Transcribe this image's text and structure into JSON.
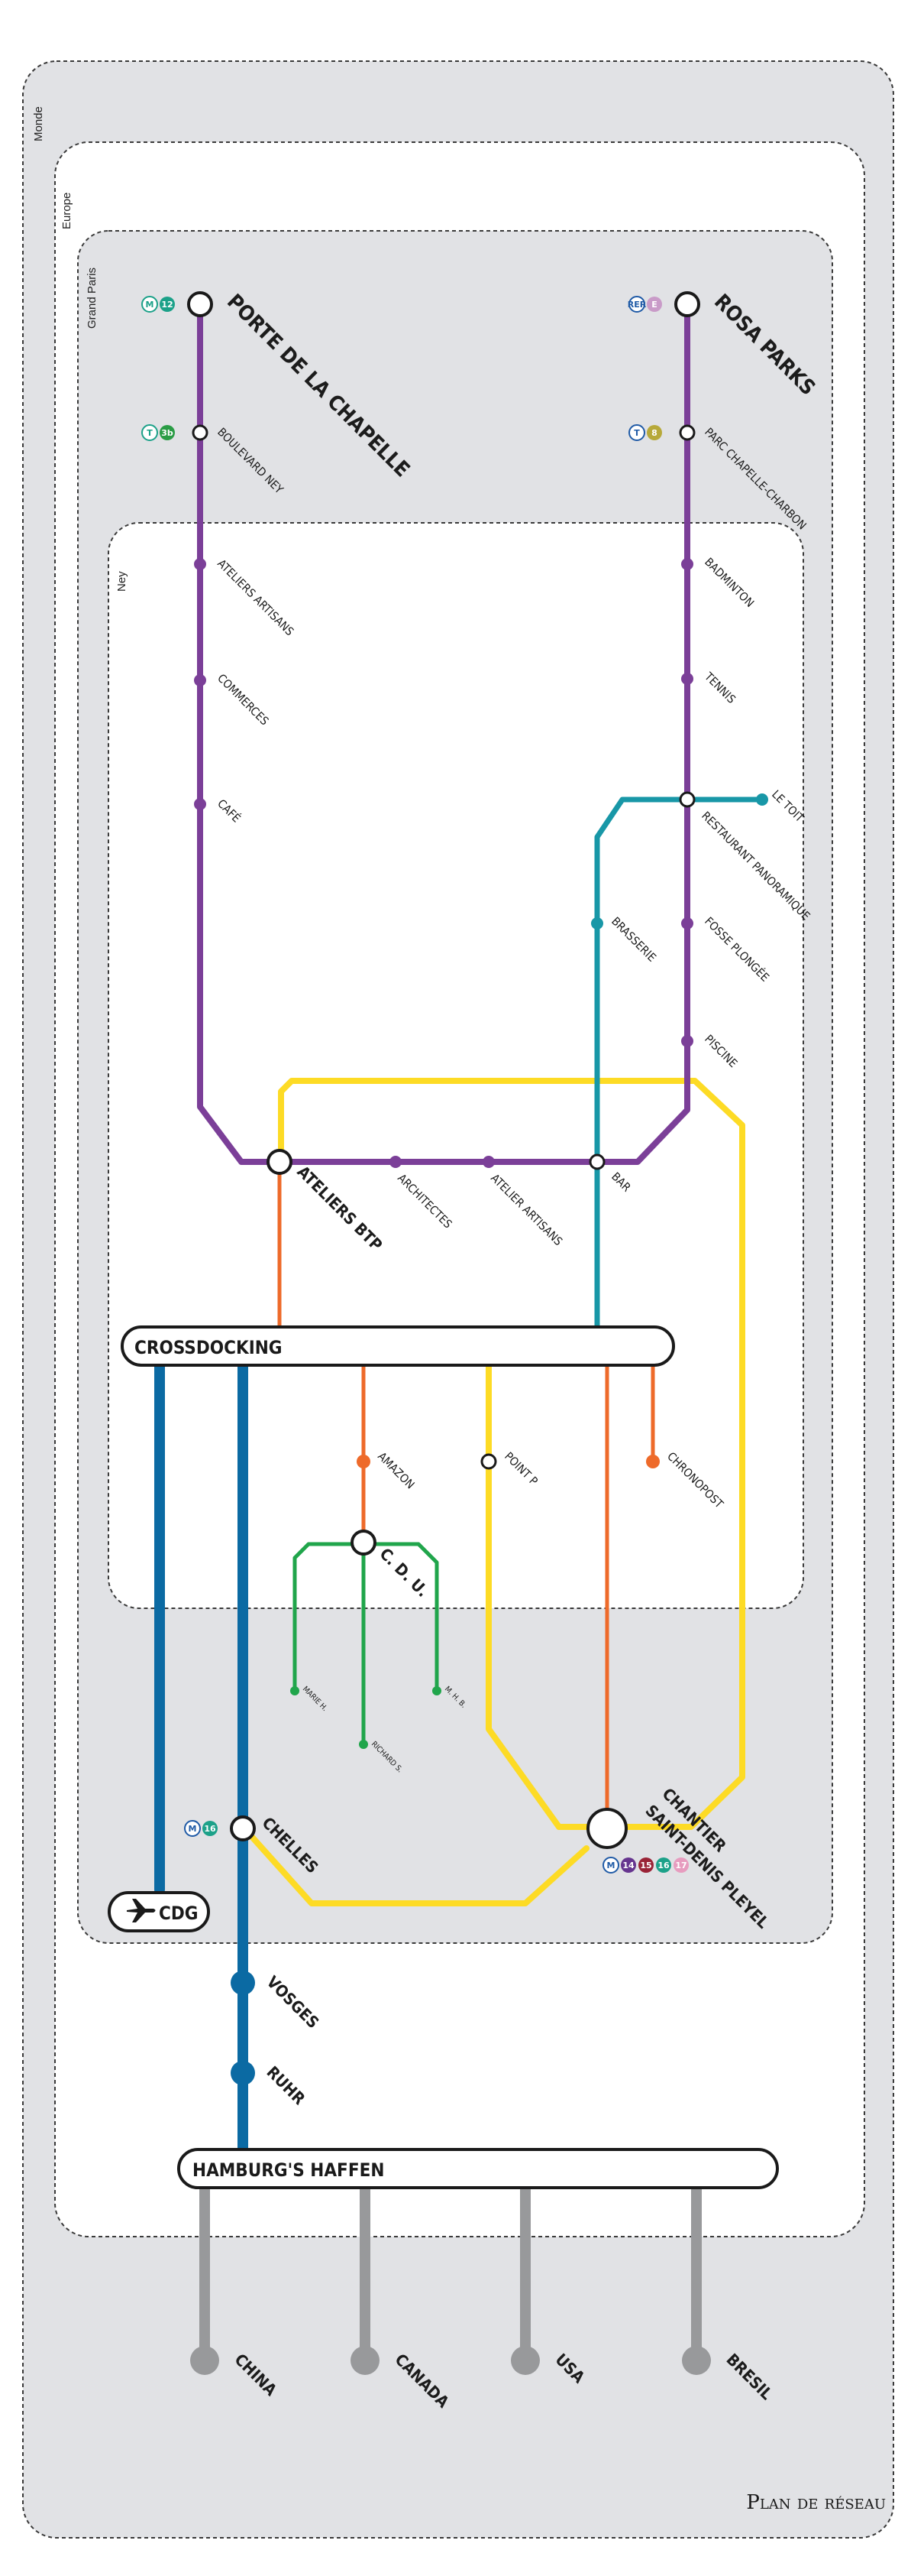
{
  "zones": {
    "monde": "Monde",
    "europe": "Europe",
    "grand_paris": "Grand Paris",
    "ney": "Ney"
  },
  "lines": {
    "purple": "#7b3f98",
    "teal": "#1897a7",
    "yellow": "#fddb25",
    "orange": "#ee6a2a",
    "green": "#20a54b",
    "blue": "#0b6aa3",
    "gray": "#98999b"
  },
  "stations": {
    "porte_chapelle": "PORTE DE LA CHAPELLE",
    "boulevard_ney": "BOULEVARD NEY",
    "ateliers_artisans": "ATELIERS ARTISANS",
    "commerces": "COMMERCES",
    "cafe": "CAFÉ",
    "rosa_parks": "ROSA PARKS",
    "parc_chapelle": "PARC CHAPELLE-CHARBON",
    "badminton": "BADMINTON",
    "tennis": "TENNIS",
    "le_toit": "LE TOIT",
    "restaurant": "RESTAURANT PANORAMIQUE",
    "brasserie": "BRASSERIE",
    "fosse": "FOSSE PLONGÉE",
    "piscine": "PISCINE",
    "ateliers_btp": "ATELIERS BTP",
    "architectes": "ARCHITECTES",
    "atelier_artisans": "ATELIER ARTISANS",
    "bar": "BAR",
    "amazon": "AMAZON",
    "point_p": "POINT P",
    "chronopost": "CHRONOPOST",
    "cdu": "C. D. U.",
    "marie": "MARIE H.",
    "richard": "RICHARD S.",
    "mhb": "M. H. B.",
    "chelles": "CHELLES",
    "chantier_1": "CHANTIER",
    "chantier_2": "SAINT-DENIS PLEYEL",
    "vosges": "VOSGES",
    "ruhr": "RUHR",
    "china": "CHINA",
    "canada": "CANADA",
    "usa": "USA",
    "bresil": "BRESIL"
  },
  "hubs": {
    "crossdocking": "CROSSDOCKING",
    "hamburg": "HAMBURG'S HAFFEN",
    "cdg": "CDG"
  },
  "badges": {
    "porte_chapelle": [
      {
        "text": "M",
        "color": "#1ca189",
        "style": "outline"
      },
      {
        "text": "12",
        "color": "#1ca189",
        "style": "fill"
      }
    ],
    "boulevard_ney": [
      {
        "text": "T",
        "color": "#1ca189",
        "style": "outline"
      },
      {
        "text": "3b",
        "color": "#2a9c45",
        "style": "fill"
      }
    ],
    "rosa_parks": [
      {
        "text": "RER",
        "color": "#1f5aa6",
        "style": "outline"
      },
      {
        "text": "E",
        "color": "#c99bc8",
        "style": "fill"
      }
    ],
    "parc_chapelle": [
      {
        "text": "T",
        "color": "#1f5aa6",
        "style": "outline"
      },
      {
        "text": "8",
        "color": "#b7a93a",
        "style": "fill"
      }
    ],
    "chelles": [
      {
        "text": "M",
        "color": "#1f5aa6",
        "style": "outline"
      },
      {
        "text": "16",
        "color": "#1ca189",
        "style": "fill"
      }
    ],
    "chantier": [
      {
        "text": "M",
        "color": "#1f5aa6",
        "style": "outline"
      },
      {
        "text": "14",
        "color": "#66358f",
        "style": "fill"
      },
      {
        "text": "15",
        "color": "#9a2336",
        "style": "fill"
      },
      {
        "text": "16",
        "color": "#1ca189",
        "style": "fill"
      },
      {
        "text": "17",
        "color": "#e79cbf",
        "style": "fill"
      }
    ]
  },
  "legend_title": "Plan de réseau"
}
